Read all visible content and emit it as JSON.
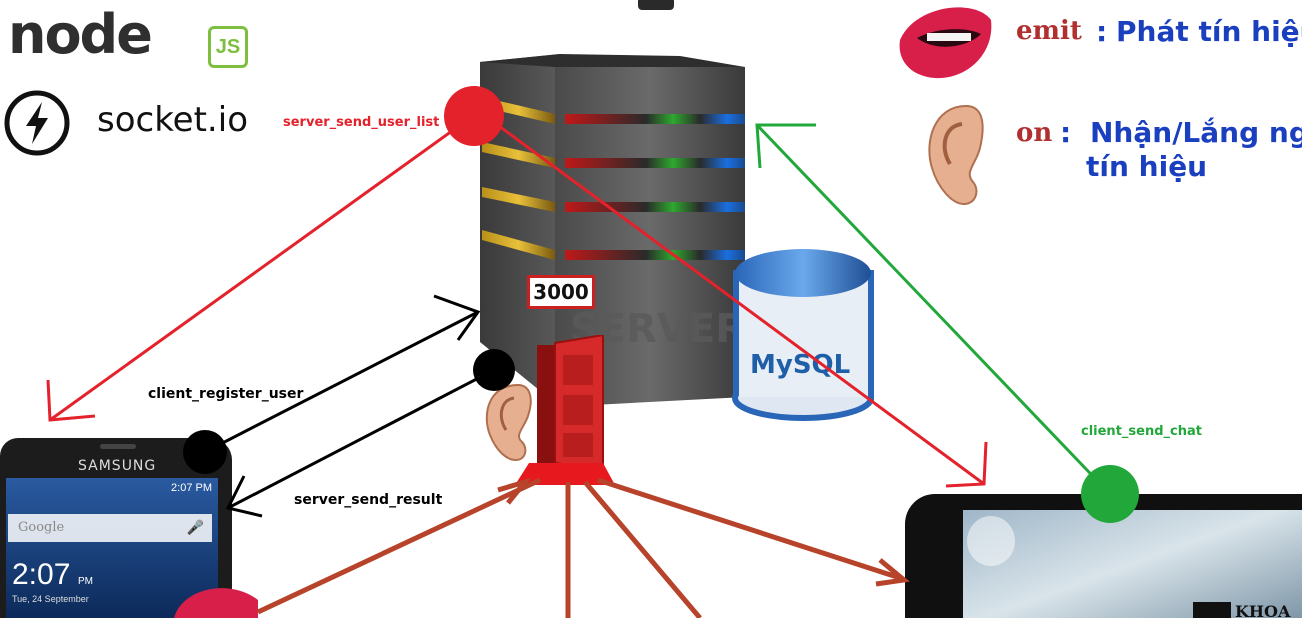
{
  "logos": {
    "node_text": "node",
    "js_text": "JS",
    "socketio_text": "socket.io"
  },
  "legend": {
    "emit_word": "emit",
    "emit_colon": ":",
    "emit_meaning": "Phát tín hiệu",
    "on_word": "on",
    "on_colon": ":",
    "on_meaning_line1": "Nhận/Lắng ng",
    "on_meaning_line2": "tín hiệu"
  },
  "server": {
    "port": "3000",
    "label": "SERVER",
    "db_label": "MySQL"
  },
  "events": {
    "server_send_user_list": "server_send_user_list",
    "client_register_user": "client_register_user",
    "server_send_result": "server_send_result",
    "client_send_chat": "client_send_chat"
  },
  "phone_left": {
    "brand": "SAMSUNG",
    "status_time": "2:07 PM",
    "search_text": "Google",
    "clock": "2:07",
    "clock_suffix": "PM",
    "date": "Tue, 24 September"
  },
  "phone_right": {
    "watermark": "KHOA"
  },
  "colors": {
    "red": "#e3222b",
    "green": "#22a83a",
    "black": "#000000",
    "blue_text": "#1a3fbf"
  }
}
